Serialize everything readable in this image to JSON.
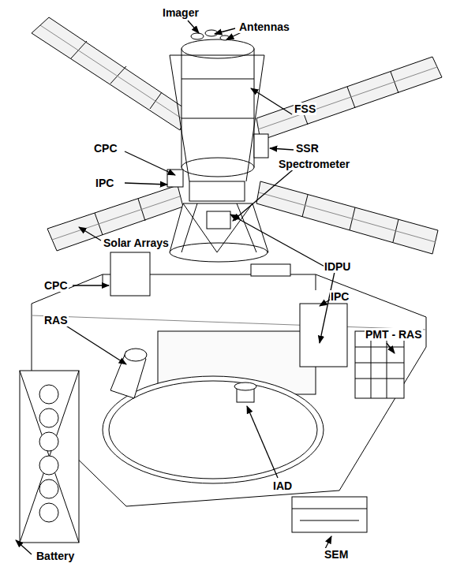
{
  "diagram": {
    "labels": [
      "Imager",
      "Antennas",
      "FSS",
      "CPC",
      "SSR",
      "IPC",
      "Spectrometer",
      "Solar Arrays",
      "CPC",
      "RAS",
      "IDPU",
      "IPC",
      "PMT - RAS",
      "IAD",
      "Battery",
      "SEM"
    ]
  }
}
